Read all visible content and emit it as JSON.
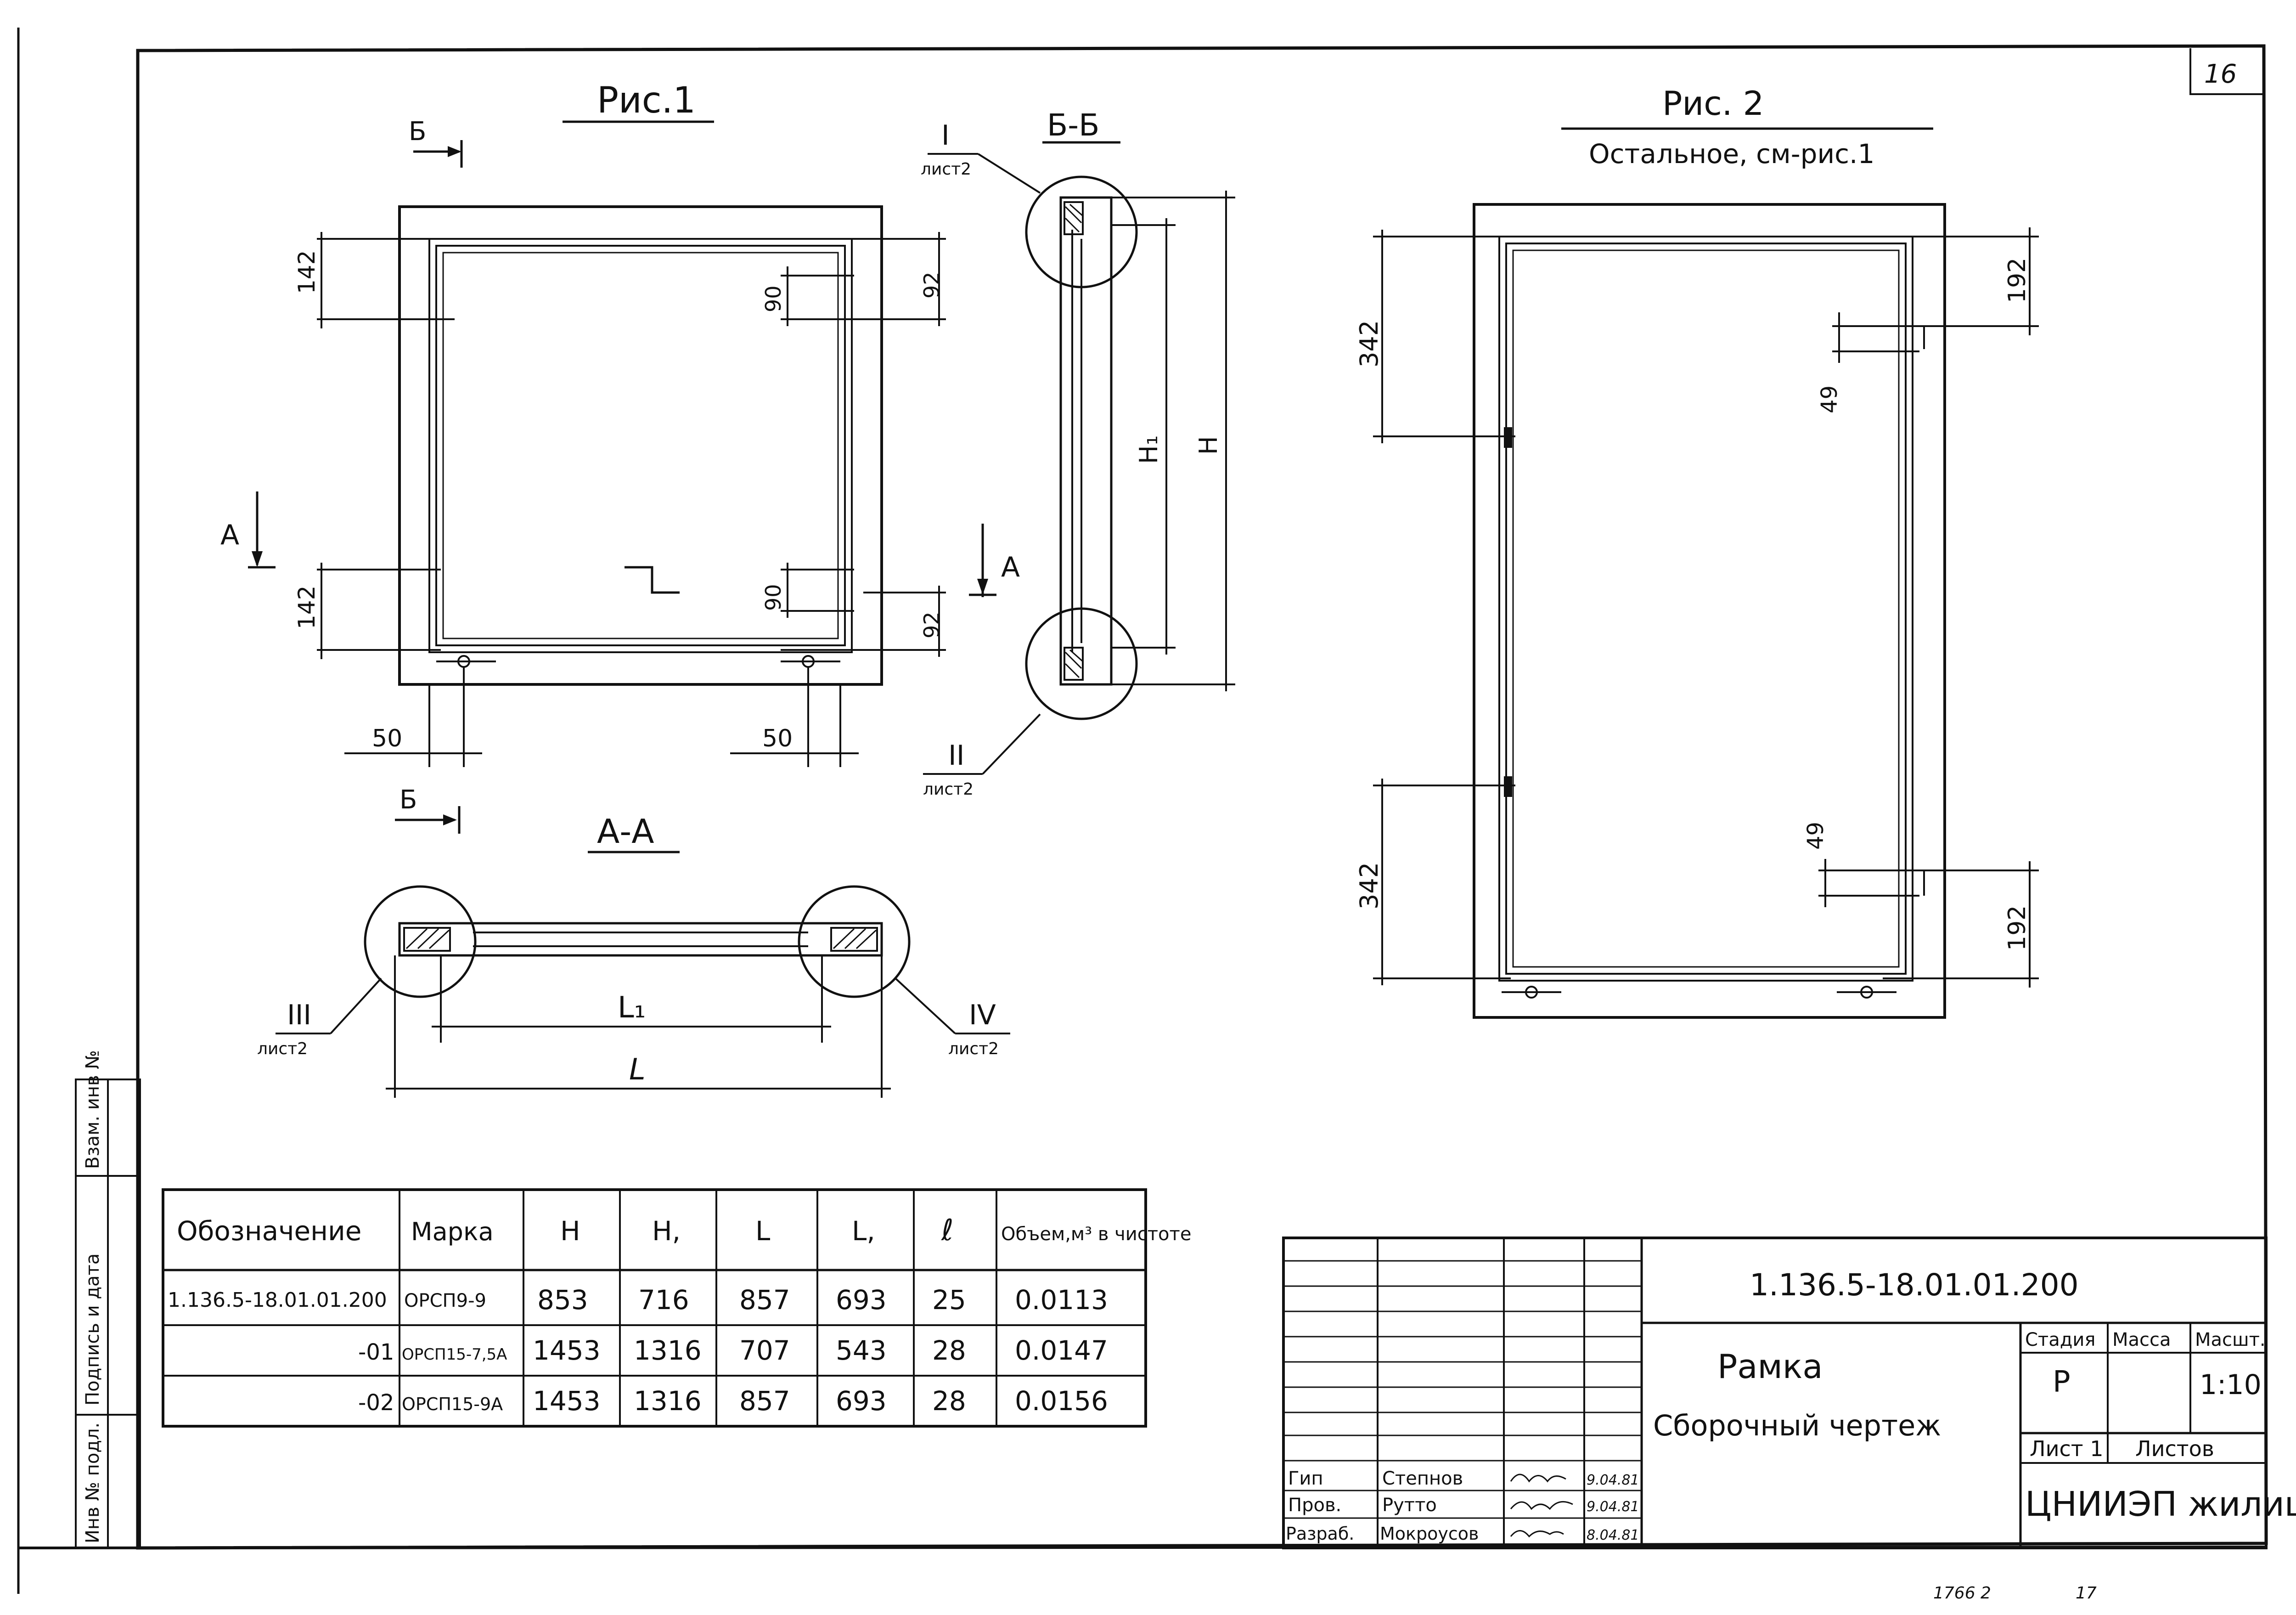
{
  "sheet_number": "16",
  "fig1": {
    "title": "Рис.1",
    "dims": {
      "d142a": "142",
      "d142b": "142",
      "d90a": "90",
      "d90b": "90",
      "d92a": "92",
      "d92b": "92",
      "d50a": "50",
      "d50b": "50"
    },
    "labels": {
      "A_left": "А",
      "A_right": "А",
      "B_top": "Б",
      "B_bottom": "Б"
    }
  },
  "section_bb": {
    "title": "Б-Б",
    "node1": "I",
    "node1_sheet": "лист2",
    "node2": "II",
    "node2_sheet": "лист2",
    "h1": "H₁",
    "h": "H"
  },
  "section_aa": {
    "title": "А-А",
    "node3": "III",
    "node3_sheet": "лист2",
    "node4": "IV",
    "node4_sheet": "лист2",
    "l1": "L₁",
    "l": "L"
  },
  "fig2": {
    "title": "Рис. 2",
    "subtitle": "Остальное, см-рис.1",
    "dims": {
      "d342a": "342",
      "d342b": "342",
      "d192a": "192",
      "d192b": "192",
      "d49a": "49",
      "d49b": "49"
    }
  },
  "spec_table": {
    "headers": [
      "Обозначение",
      "Марка",
      "Н",
      "Н,",
      "L",
      "L,",
      "ℓ",
      "Объем,м³ в чистоте"
    ],
    "rows": [
      [
        "1.136.5-18.01.01.200",
        "ОРСП9-9",
        "853",
        "716",
        "857",
        "693",
        "25",
        "0.0113"
      ],
      [
        "-01",
        "ОРСП15-7,5А",
        "1453",
        "1316",
        "707",
        "543",
        "28",
        "0.0147"
      ],
      [
        "-02",
        "ОРСП15-9А",
        "1453",
        "1316",
        "857",
        "693",
        "28",
        "0.0156"
      ]
    ]
  },
  "title_block": {
    "code": "1.136.5-18.01.01.200",
    "name": "Рамка",
    "subname": "Сборочный чертеж",
    "stage_label": "Стадия",
    "mass_label": "Масса",
    "scale_label": "Масшт.",
    "stage": "Р",
    "scale": "1:10",
    "sheet_label": "Лист 1",
    "sheets_label": "Листов",
    "org": "ЦНИИЭП жилища",
    "signers": [
      {
        "role": "Гип",
        "name": "Степнов",
        "date": "9.04.81"
      },
      {
        "role": "Пров.",
        "name": "Рутто",
        "date": "9.04.81"
      },
      {
        "role": "Разраб.",
        "name": "Мокроусов",
        "date": "8.04.81"
      }
    ]
  },
  "left_strip": {
    "inv_podl": "Инв № подл.",
    "podpis": "Подпись и дата",
    "vzam": "Взам. инв №"
  },
  "footer": {
    "stamp": "1766 2",
    "page": "17"
  }
}
